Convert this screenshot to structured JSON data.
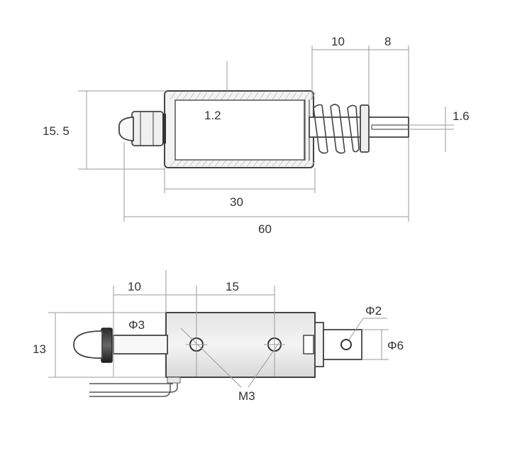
{
  "top_view": {
    "dim_height": "15. 5",
    "dim_wall": "1.2",
    "dim_spring": "10",
    "dim_plunger": "8",
    "dim_slot": "1.6",
    "dim_body": "30",
    "dim_total": "60"
  },
  "side_view": {
    "dim_height": "13",
    "dim_shaft_len": "10",
    "dim_hole_pitch": "15",
    "dim_shaft_dia": "Φ3",
    "dim_pin_hole": "Φ2",
    "dim_plunger_dia": "Φ6",
    "dim_thread": "M3"
  }
}
